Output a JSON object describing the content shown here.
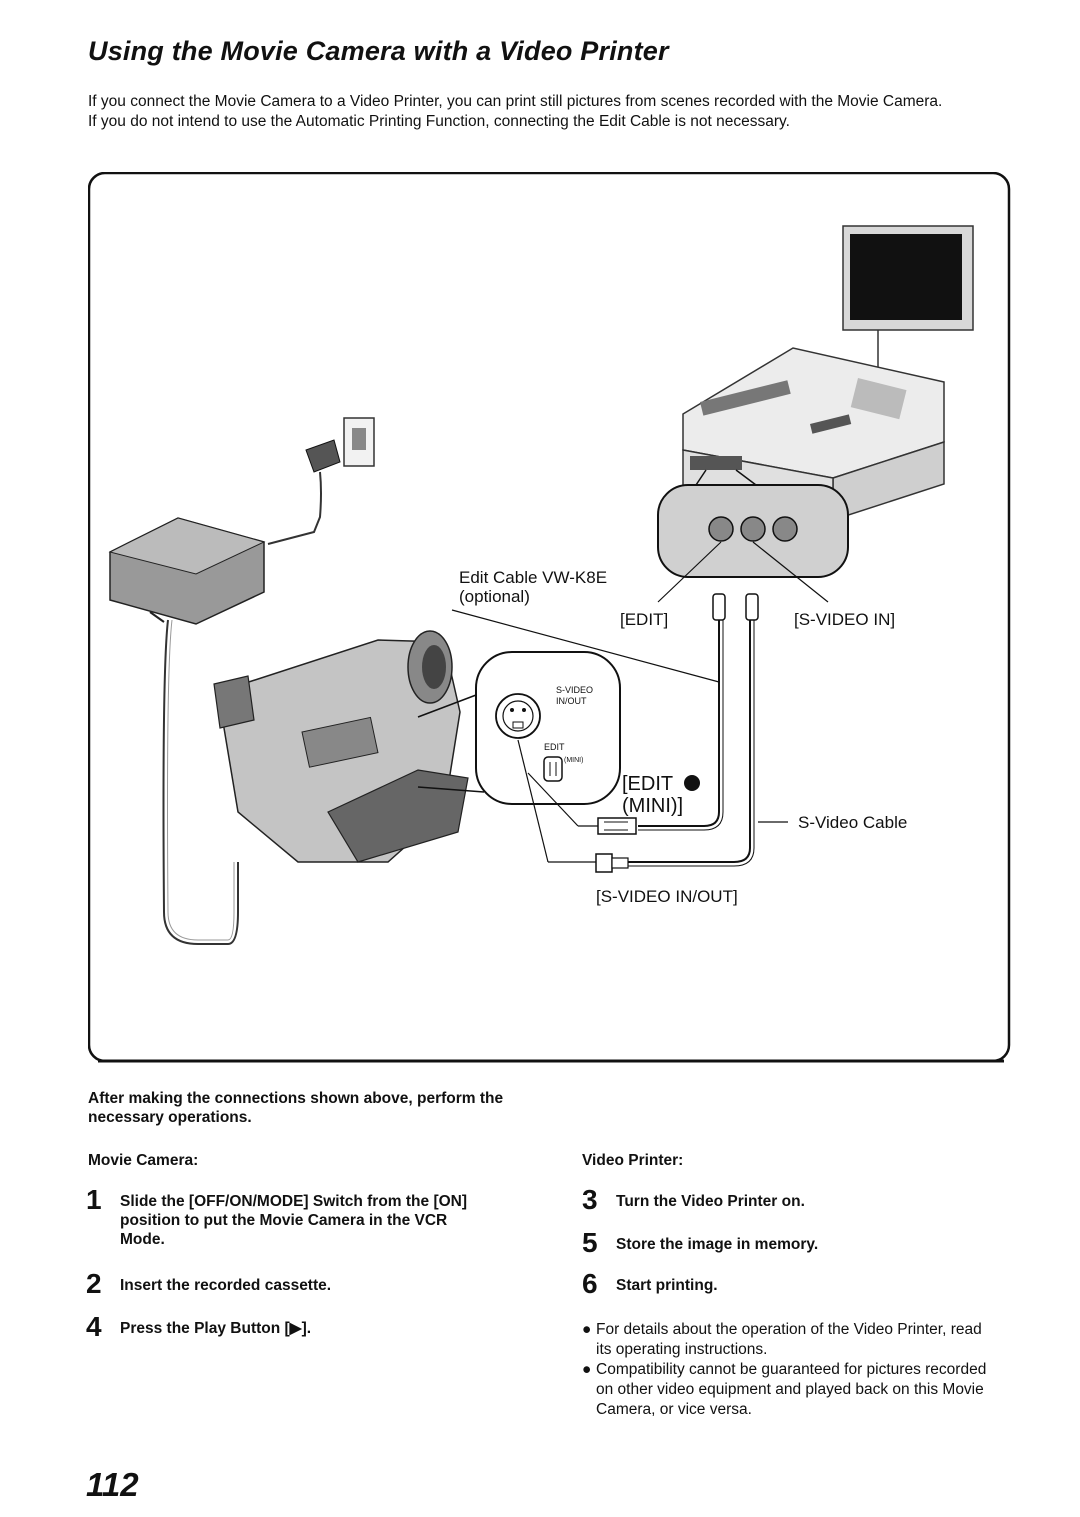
{
  "title": "Using the Movie Camera with a Video Printer",
  "intro": [
    "If you connect the Movie Camera to a Video Printer, you can print still pictures from scenes recorded with the Movie Camera.",
    "If you do not intend to use the Automatic Printing Function, connecting the Edit Cable is not necessary."
  ],
  "diagram": {
    "edit_cable_line1": "Edit Cable VW-K8E",
    "edit_cable_line2": "(optional)",
    "edit_label": "[EDIT]",
    "svideo_in_label": "[S-VIDEO IN]",
    "edit_mini_line1": "[EDIT",
    "edit_mini_line2": "(MINI)]",
    "svideo_cable_label": "S-Video Cable",
    "svideo_inout_label": "[S-VIDEO IN/OUT]",
    "jack_svideo_line1": "S-VIDEO",
    "jack_svideo_line2": "IN/OUT",
    "jack_edit": "EDIT",
    "jack_mini": "(MINI)"
  },
  "after_text": "After making the connections shown above, perform the necessary operations.",
  "movie_camera": {
    "heading": "Movie Camera:",
    "steps": [
      {
        "num": "1",
        "text": "Slide the [OFF/ON/MODE] Switch from the [ON] position to put the Movie Camera in the VCR Mode."
      },
      {
        "num": "2",
        "text": "Insert the recorded cassette."
      },
      {
        "num": "4",
        "text": "Press the Play Button [▶]."
      }
    ]
  },
  "video_printer": {
    "heading": "Video Printer:",
    "steps": [
      {
        "num": "3",
        "text": "Turn the Video Printer on."
      },
      {
        "num": "5",
        "text": "Store the image in memory."
      },
      {
        "num": "6",
        "text": "Start printing."
      }
    ]
  },
  "notes": [
    "For details about the operation of the Video Printer, read its operating instructions.",
    "Compatibility cannot be guaranteed for pictures recorded on other video equipment and played back on this Movie Camera, or vice versa."
  ],
  "page_number": "112"
}
